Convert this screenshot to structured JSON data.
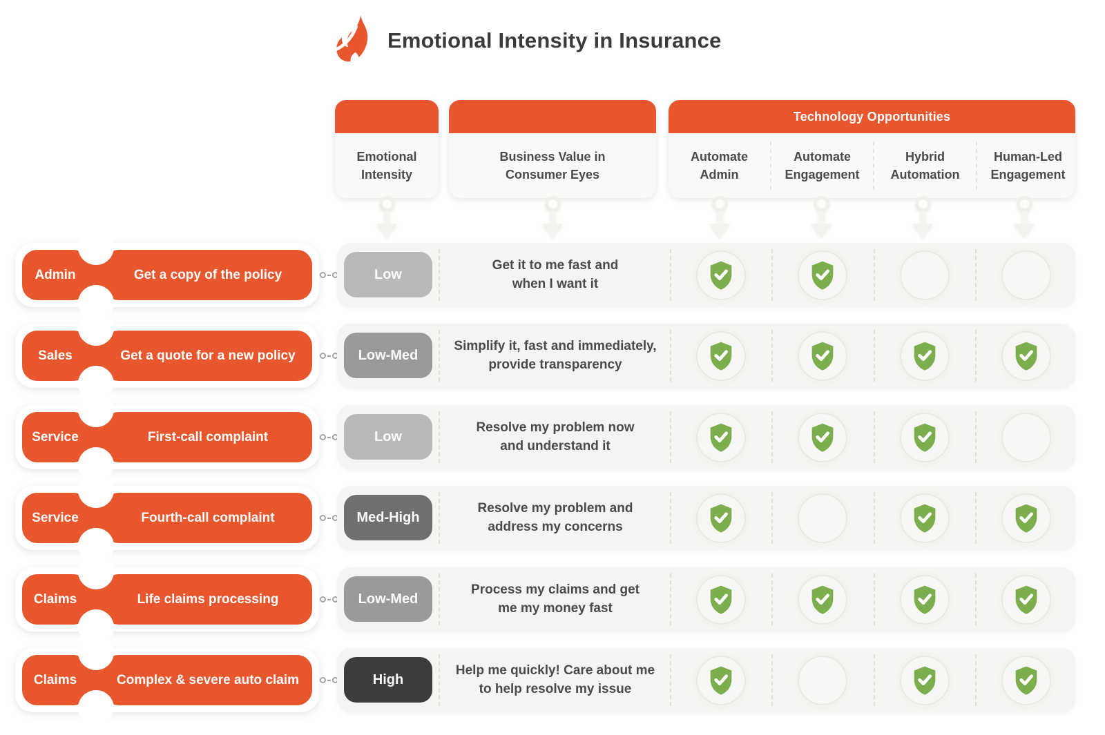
{
  "title": "Emotional Intensity in Insurance",
  "icons": {
    "logo": "flame-icon",
    "check_marker": "shield-check-icon",
    "column_pointer": "pin-arrow-icon",
    "row_link": "link-connector-icon"
  },
  "colors": {
    "accent_orange": "#E7562D",
    "shield_green": "#7CAE4E",
    "badge_low": "#B9B9B9",
    "badge_low_med": "#9A9A9A",
    "badge_med_high": "#6F6F6F",
    "badge_high": "#3C3C3C",
    "row_background": "#F4F4F2"
  },
  "headers": {
    "emotional_intensity": "Emotional\nIntensity",
    "business_value": "Business Value in\nConsumer Eyes",
    "technology": {
      "title": "Technology Opportunities",
      "subcolumns": [
        "Automate\nAdmin",
        "Automate\nEngagement",
        "Hybrid\nAutomation",
        "Human-Led\nEngagement"
      ]
    }
  },
  "rows": [
    {
      "category": "Admin",
      "scenario": "Get a copy of the policy",
      "intensity": "Low",
      "level": "low",
      "business_value": "Get it to me fast and\nwhen I want it",
      "opportunities": [
        true,
        true,
        false,
        false
      ]
    },
    {
      "category": "Sales",
      "scenario": "Get a quote for a new policy",
      "intensity": "Low-Med",
      "level": "low-med",
      "business_value": "Simplify it, fast and immediately,\nprovide transparency",
      "opportunities": [
        true,
        true,
        true,
        true
      ]
    },
    {
      "category": "Service",
      "scenario": "First-call complaint",
      "intensity": "Low",
      "level": "low",
      "business_value": "Resolve my problem now\nand understand it",
      "opportunities": [
        true,
        true,
        true,
        false
      ]
    },
    {
      "category": "Service",
      "scenario": "Fourth-call complaint",
      "intensity": "Med-High",
      "level": "med-high",
      "business_value": "Resolve my problem and\naddress my concerns",
      "opportunities": [
        true,
        false,
        true,
        true
      ]
    },
    {
      "category": "Claims",
      "scenario": "Life claims processing",
      "intensity": "Low-Med",
      "level": "low-med",
      "business_value": "Process my claims and get\nme my money fast",
      "opportunities": [
        true,
        true,
        true,
        true
      ]
    },
    {
      "category": "Claims",
      "scenario": "Complex & severe auto claim",
      "intensity": "High",
      "level": "high",
      "business_value": "Help me quickly! Care about me\nto help resolve my issue",
      "opportunities": [
        true,
        false,
        true,
        true
      ]
    }
  ]
}
